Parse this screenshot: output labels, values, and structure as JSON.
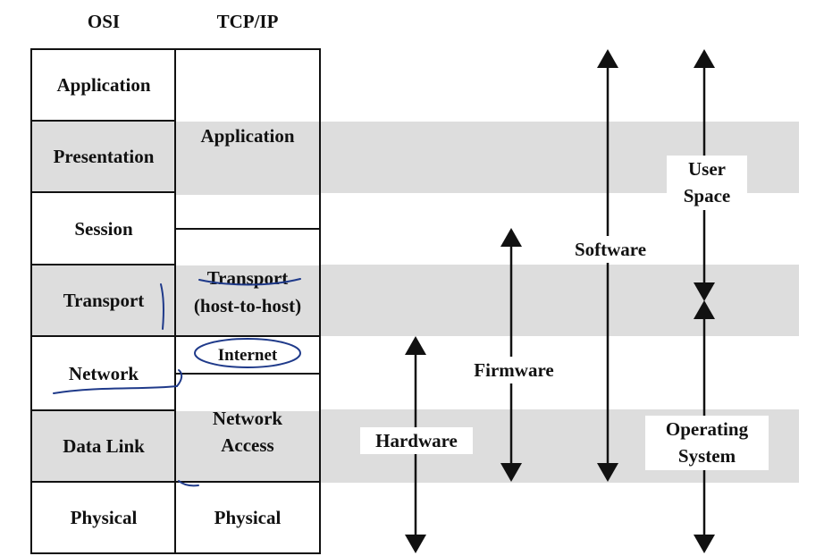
{
  "headers": {
    "osi": "OSI",
    "tcpip": "TCP/IP"
  },
  "osi_layers": [
    "Application",
    "Presentation",
    "Session",
    "Transport",
    "Network",
    "Data Link",
    "Physical"
  ],
  "tcpip_layers": {
    "application": "Application",
    "transport": "Transport\n(host-to-host)",
    "internet": "Internet",
    "network_access": "Network\nAccess",
    "physical": "Physical"
  },
  "arrow_labels": {
    "hardware": "Hardware",
    "firmware": "Firmware",
    "software": "Software",
    "user_space": "User\nSpace",
    "operating_system": "Operating\nSystem"
  },
  "colors": {
    "band": "#dddddd",
    "line": "#111111",
    "ink": "#1f3a8a"
  }
}
